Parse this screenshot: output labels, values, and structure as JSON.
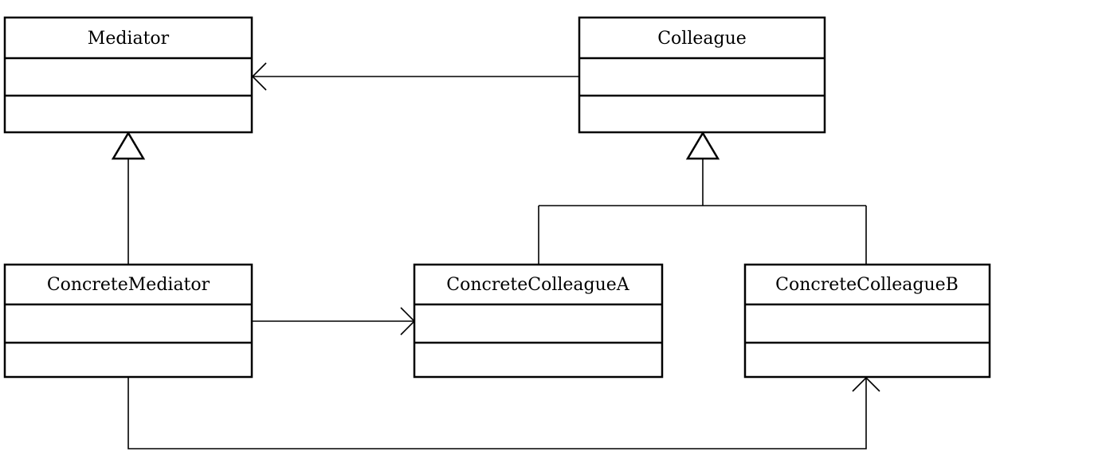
{
  "diagram": {
    "type": "uml-class-diagram",
    "classes": [
      {
        "id": "mediator",
        "name": "Mediator"
      },
      {
        "id": "colleague",
        "name": "Colleague"
      },
      {
        "id": "concrete-mediator",
        "name": "ConcreteMediator"
      },
      {
        "id": "concrete-colleague-a",
        "name": "ConcreteColleagueA"
      },
      {
        "id": "concrete-colleague-b",
        "name": "ConcreteColleagueB"
      }
    ],
    "relations": [
      {
        "id": "colleague-to-mediator",
        "from": "Colleague",
        "to": "Mediator",
        "kind": "association",
        "arrow": "open"
      },
      {
        "id": "concretemediator-inherits-mediator",
        "from": "ConcreteMediator",
        "to": "Mediator",
        "kind": "generalization",
        "arrow": "hollow-triangle"
      },
      {
        "id": "concretecolleaguea-inherits-colleague",
        "from": "ConcreteColleagueA",
        "to": "Colleague",
        "kind": "generalization",
        "arrow": "hollow-triangle"
      },
      {
        "id": "concretecolleagueb-inherits-colleague",
        "from": "ConcreteColleagueB",
        "to": "Colleague",
        "kind": "generalization",
        "arrow": "hollow-triangle"
      },
      {
        "id": "concretemediator-to-concretecolleaguea",
        "from": "ConcreteMediator",
        "to": "ConcreteColleagueA",
        "kind": "association",
        "arrow": "open"
      },
      {
        "id": "concretemediator-to-concretecolleagueb",
        "from": "ConcreteMediator",
        "to": "ConcreteColleagueB",
        "kind": "association",
        "arrow": "open"
      }
    ]
  },
  "colors": {
    "background": "#ffffff",
    "stroke": "#000000",
    "text": "#000000"
  }
}
